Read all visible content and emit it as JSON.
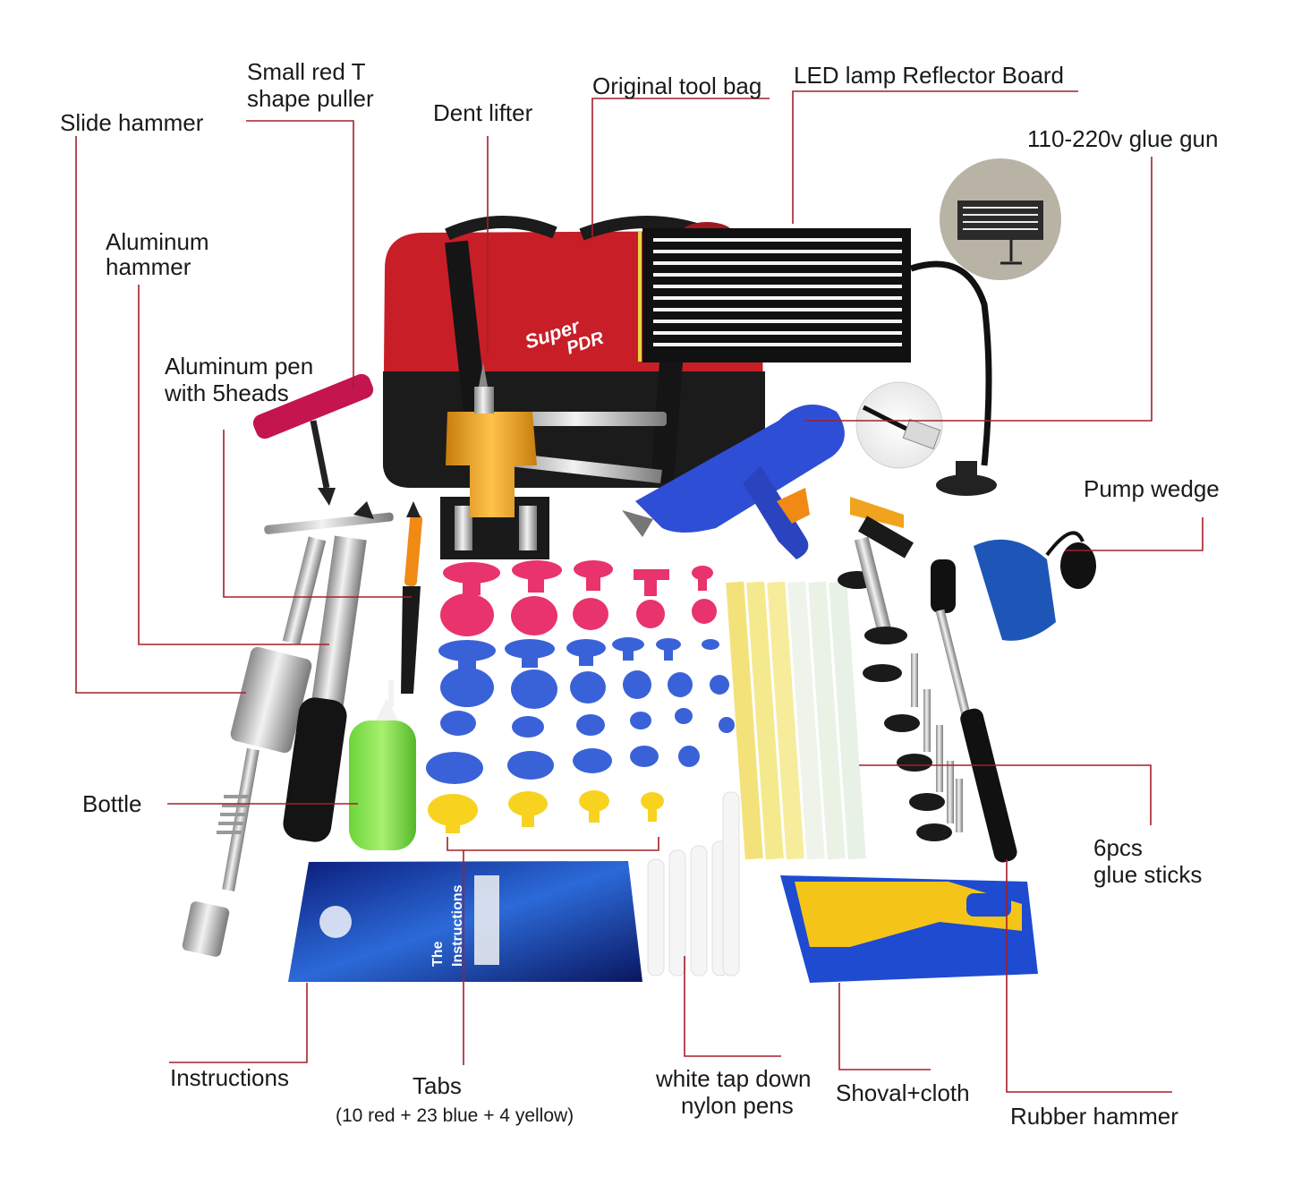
{
  "labels": {
    "slide_hammer": "Slide hammer",
    "small_red_t_1": "Small red T",
    "small_red_t_2": "shape puller",
    "dent_lifter": "Dent lifter",
    "tool_bag": "Original tool bag",
    "led_board": "LED lamp Reflector Board",
    "glue_gun": "110-220v glue gun",
    "alu_hammer_1": "Aluminum",
    "alu_hammer_2": "hammer",
    "alu_pen_1": "Aluminum pen",
    "alu_pen_2": "with 5heads",
    "pump_wedge": "Pump wedge",
    "bottle": "Bottle",
    "glue_sticks_1": "6pcs",
    "glue_sticks_2": "glue sticks",
    "instructions": "Instructions",
    "tabs": "Tabs",
    "tabs_detail": "(10 red + 23 blue + 4 yellow)",
    "nylon_pens_1": "white tap down",
    "nylon_pens_2": "nylon pens",
    "shovel_cloth": "Shoval+cloth",
    "rubber_hammer": "Rubber hammer"
  },
  "brand": {
    "logo_text_1": "Super",
    "logo_text_2": "PDR",
    "booklet_title_1": "The",
    "booklet_title_2": "Instructions"
  },
  "colors": {
    "leader_line": "#a3202a",
    "bag_red": "#d9252c",
    "tab_red": "#e8336c",
    "tab_blue": "#3a62d8",
    "tab_yellow": "#f7d320",
    "glue_gun_blue": "#2f4ed6",
    "dent_lifter_gold": "#f0a31c"
  }
}
